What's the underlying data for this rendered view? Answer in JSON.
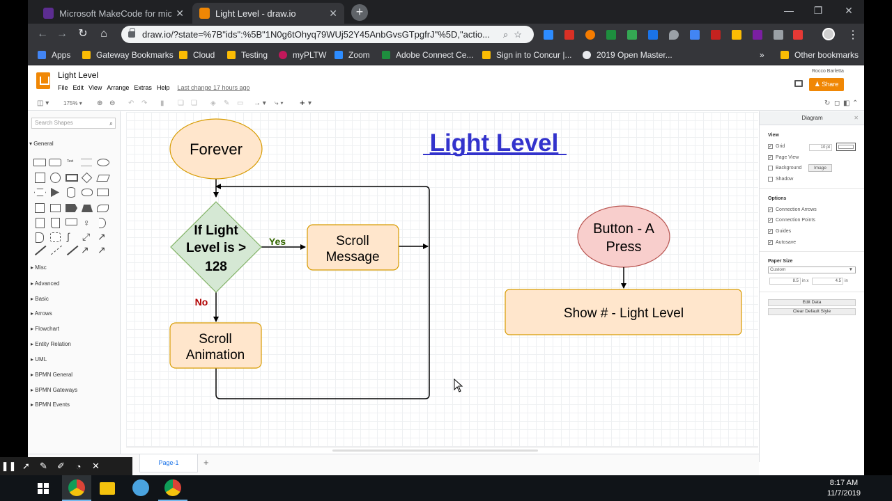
{
  "browser": {
    "tabs": [
      {
        "title": "Microsoft MakeCode for micro:bit",
        "active": false
      },
      {
        "title": "Light Level - draw.io",
        "active": true
      }
    ],
    "url": "draw.io/?state=%7B\"ids\":%5B\"1N0g6tOhyq79WUj52Y45AnbGvsGTpgfrJ\"%5D,\"actio...",
    "bookmarks": [
      "Apps",
      "Gateway Bookmarks",
      "Cloud",
      "Testing",
      "myPLTW",
      "Zoom",
      "Adobe Connect Ce...",
      "Sign in to Concur |...",
      "2019 Open Master...",
      "Other bookmarks"
    ]
  },
  "app": {
    "doc_title": "Light Level",
    "menu": [
      "File",
      "Edit",
      "View",
      "Arrange",
      "Extras",
      "Help"
    ],
    "last_change": "Last change 17 hours ago",
    "user": "Rocco Barletta",
    "share_label": "Share",
    "zoom": "175%"
  },
  "sidebar": {
    "search_placeholder": "Search Shapes",
    "general": "General",
    "sections": [
      "Misc",
      "Advanced",
      "Basic",
      "Arrows",
      "Flowchart",
      "Entity Relation",
      "UML",
      "BPMN General",
      "BPMN Gateways",
      "BPMN Events"
    ]
  },
  "diagram": {
    "title": "Light Level",
    "forever": "Forever",
    "decision": [
      "If Light",
      "Level is >",
      "128"
    ],
    "yes": "Yes",
    "no": "No",
    "scroll_message": [
      "Scroll",
      "Message"
    ],
    "scroll_animation": [
      "Scroll",
      "Animation"
    ],
    "button_a": [
      "Button - A",
      "Press"
    ],
    "show_light": "Show # - Light Level"
  },
  "right_panel": {
    "title": "Diagram",
    "view_heading": "View",
    "grid": "Grid",
    "grid_size": "10 pt",
    "page_view": "Page View",
    "background": "Background",
    "image_btn": "Image",
    "shadow": "Shadow",
    "options_heading": "Options",
    "connection_arrows": "Connection Arrows",
    "connection_points": "Connection Points",
    "guides": "Guides",
    "autosave": "Autosave",
    "paper_size_heading": "Paper Size",
    "paper_size": "Custom",
    "paper_w": "8.5",
    "paper_in1": "in x",
    "paper_h": "4.5",
    "paper_in2": "in",
    "edit_data": "Edit Data",
    "clear_style": "Clear Default Style"
  },
  "pages": {
    "current": "Page-1",
    "add": "+"
  },
  "taskbar": {
    "time": "8:17 AM",
    "date": "11/7/2019"
  }
}
